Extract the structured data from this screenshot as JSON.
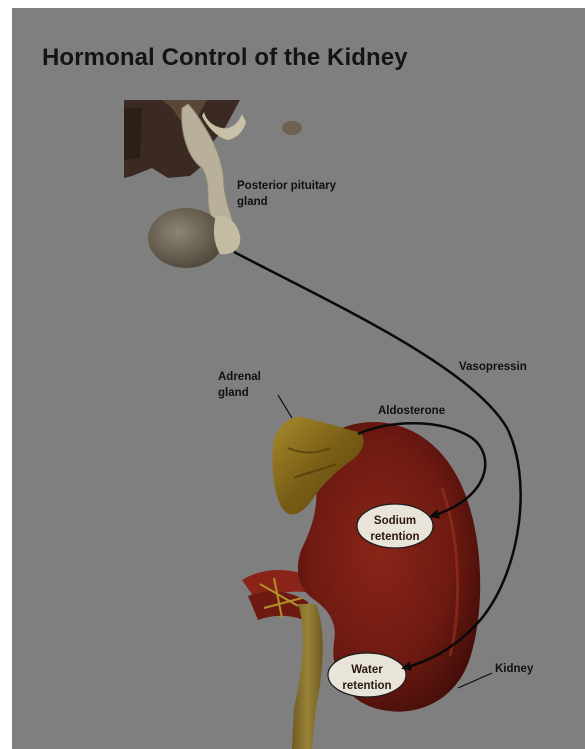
{
  "title": "Hormonal Control of the Kidney",
  "labels": {
    "pituitary_line1": "Posterior pituitary",
    "pituitary_line2": "gland",
    "adrenal_line1": "Adrenal",
    "adrenal_line2": "gland",
    "vasopressin": "Vasopressin",
    "aldosterone": "Aldosterone",
    "sodium_line1": "Sodium",
    "sodium_line2": "retention",
    "water_line1": "Water",
    "water_line2": "retention",
    "kidney": "Kidney"
  },
  "colors": {
    "background": "#7f7f7f",
    "kidney": "#6e1a12",
    "adrenal": "#8a6a1a",
    "brain_tissue": "#3a2a22",
    "pituitary": "#b8b09a",
    "arrow": "#0a0a0a"
  }
}
